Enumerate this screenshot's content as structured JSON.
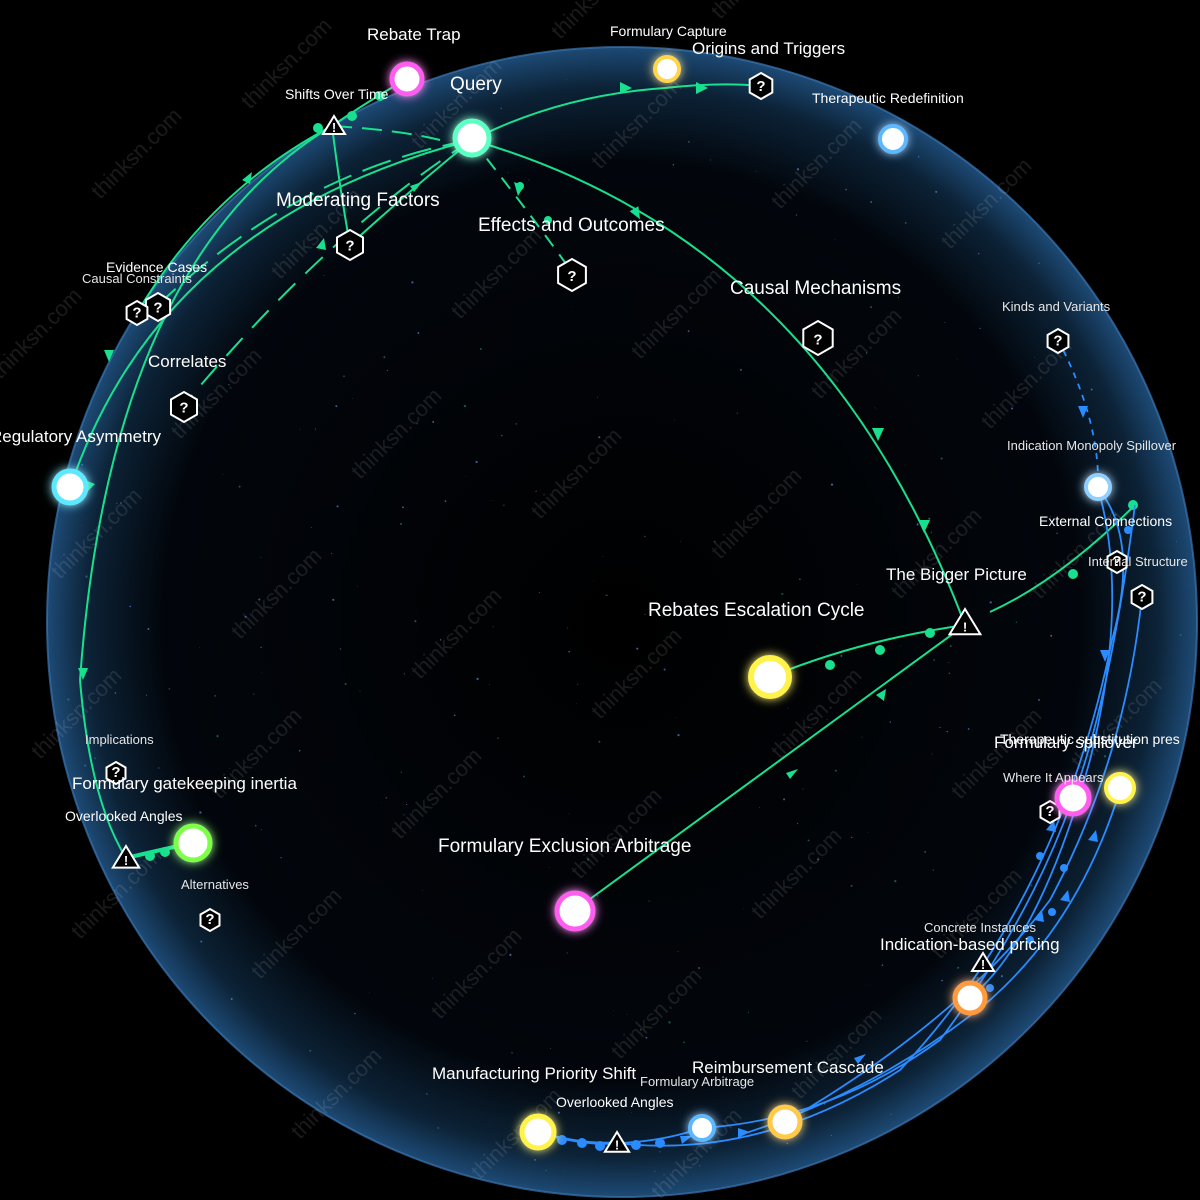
{
  "colors": {
    "green_edge": "#18e08f",
    "blue_edge": "#2a8cff",
    "sphere_rim": "#2f6da8",
    "background": "#000000"
  },
  "watermark": "thinksn.com",
  "query": {
    "label": "Query"
  },
  "bigger_picture": {
    "label": "The Bigger Picture"
  },
  "category_labels": {
    "moderating_factors": "Moderating Factors",
    "effects_and_outcomes": "Effects and Outcomes",
    "causal_mechanisms": "Causal Mechanisms",
    "correlates": "Correlates",
    "evidence_cases": "Evidence Cases",
    "causal_constraints": "Causal Constraints",
    "shifts_over_time": "Shifts Over Time",
    "formulary_capture": "Formulary Capture",
    "origins_and_triggers": "Origins and Triggers",
    "therapeutic_redefinition": "Therapeutic Redefinition",
    "kinds_and_variants": "Kinds and Variants",
    "indication_monopoly_spillover": "Indication Monopoly Spillover",
    "external_connections": "External Connections",
    "internal_structure": "Internal Structure",
    "implications": "Implications",
    "alternatives": "Alternatives",
    "overlooked_angles_left": "Overlooked Angles",
    "where_it_appears": "Where It Appears",
    "concrete_instances": "Concrete Instances",
    "formulary_arbitrage": "Formulary Arbitrage",
    "overlooked_angles_bottom": "Overlooked Angles",
    "therapeutic_substitution": "Therapeutic substitution pres"
  },
  "nodes": {
    "rebate_trap": {
      "label": "Rebate Trap",
      "color": "#ff5cf0"
    },
    "regulatory_asymmetry": {
      "label": "Regulatory Asymmetry",
      "color": "#5ce8ff"
    },
    "rebates_escalation_cycle": {
      "label": "Rebates Escalation Cycle",
      "color": "#fff24a"
    },
    "formulary_gatekeeping_inertia": {
      "label": "Formulary gatekeeping inertia",
      "color": "#7dff4a"
    },
    "formulary_exclusion_arbitrage": {
      "label": "Formulary Exclusion Arbitrage",
      "color": "#ff5cf0"
    },
    "formulary_spillover": {
      "label": "Formulary spillover",
      "color": "#ff5cf0"
    },
    "indication_based_pricing": {
      "label": "Indication-based pricing",
      "color": "#ff9a3c"
    },
    "manufacturing_priority_shift": {
      "label": "Manufacturing Priority Shift",
      "color": "#fff24a"
    },
    "reimbursement_cascade": {
      "label": "Reimbursement Cascade",
      "color": "#ffc94a"
    },
    "formulary_capture_node": {
      "color": "#ffd54a"
    },
    "therapeutic_redefinition_node": {
      "color": "#5cb8ff"
    },
    "indication_monopoly_node": {
      "color": "#8fd0ff"
    },
    "substitution_node": {
      "color": "#fff24a"
    },
    "arbitrage_bottom_node": {
      "color": "#8fd0ff"
    }
  }
}
